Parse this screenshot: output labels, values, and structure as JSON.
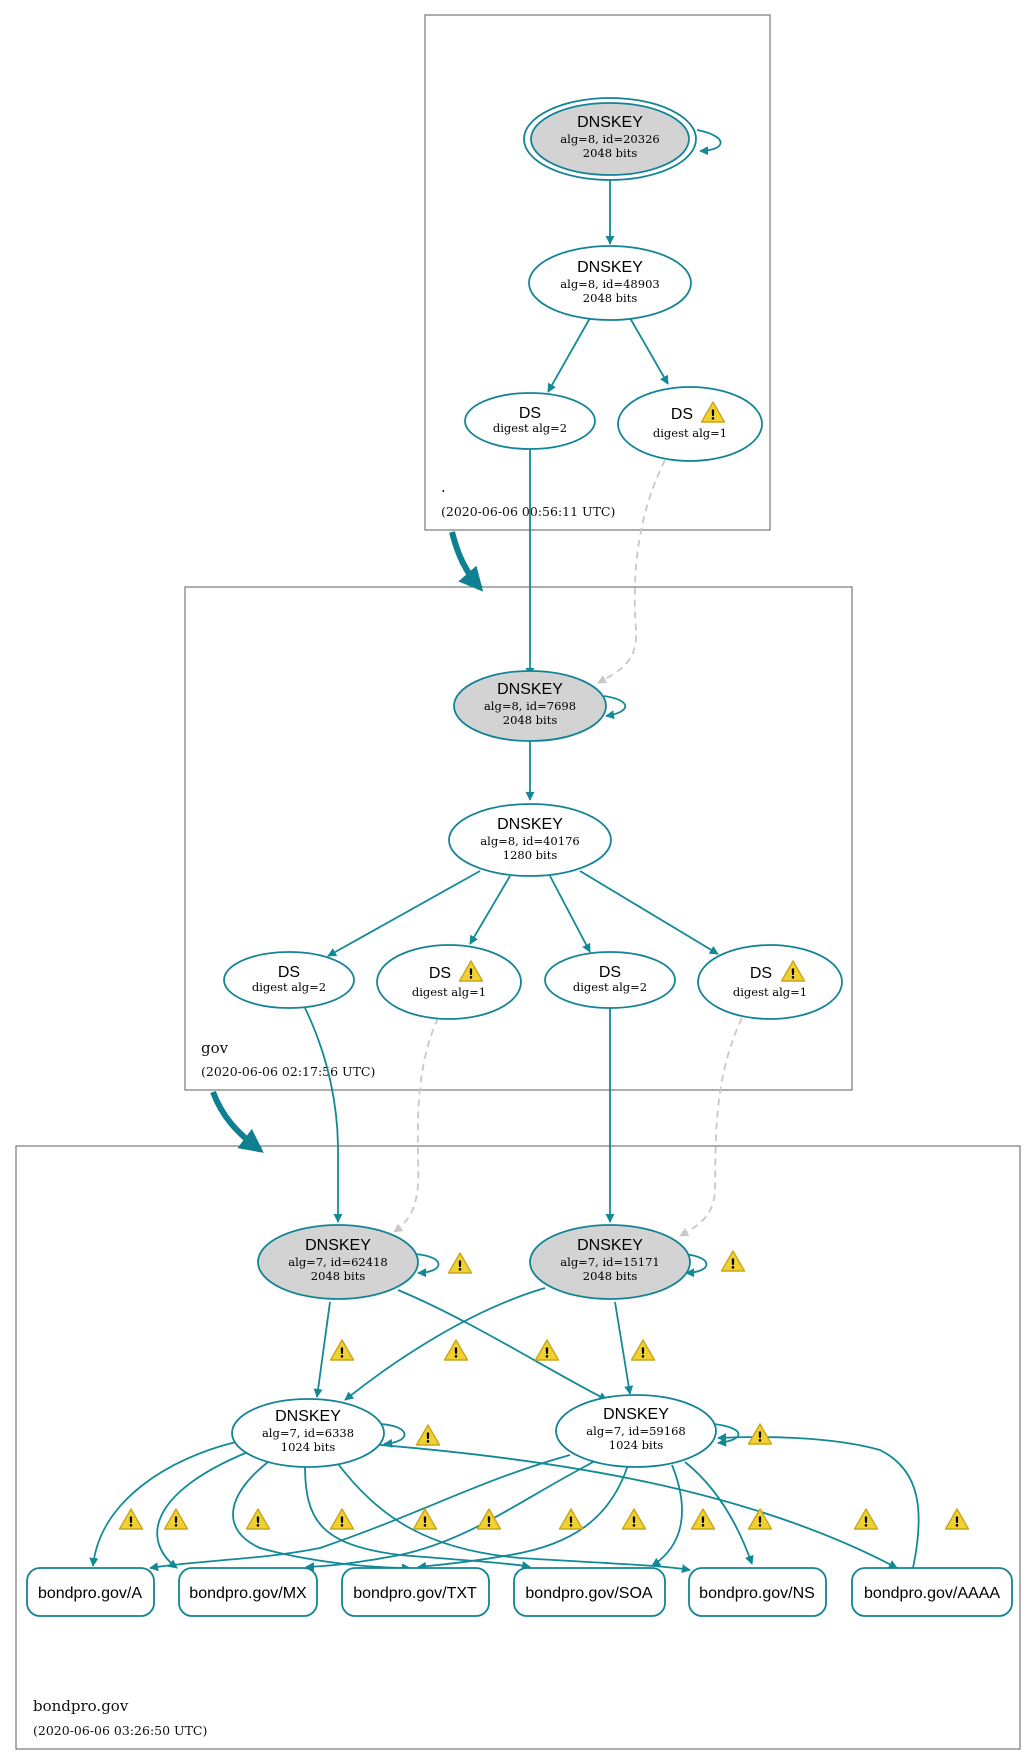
{
  "colors": {
    "edge": "#128a96",
    "ksk_fill": "#d3d3d3",
    "node_fill": "#ffffff",
    "dashed_edge": "#c8c8c8",
    "warning_fill": "#f1d032",
    "warning_stroke": "#c9a61a",
    "zone_border": "#6b6b6b"
  },
  "zones": [
    {
      "id": "root",
      "name": ".",
      "timestamp": "(2020-06-06 00:56:11 UTC)"
    },
    {
      "id": "gov",
      "name": "gov",
      "timestamp": "(2020-06-06 02:17:56 UTC)"
    },
    {
      "id": "bondpro",
      "name": "bondpro.gov",
      "timestamp": "(2020-06-06 03:26:50 UTC)"
    }
  ],
  "nodes": {
    "root_ksk": {
      "title": "DNSKEY",
      "line1": "alg=8, id=20326",
      "line2": "2048 bits"
    },
    "root_zsk": {
      "title": "DNSKEY",
      "line1": "alg=8, id=48903",
      "line2": "2048 bits"
    },
    "root_ds2": {
      "title": "DS",
      "line1": "digest alg=2"
    },
    "root_ds1": {
      "title": "DS",
      "line1": "digest alg=1"
    },
    "gov_ksk": {
      "title": "DNSKEY",
      "line1": "alg=8, id=7698",
      "line2": "2048 bits"
    },
    "gov_zsk": {
      "title": "DNSKEY",
      "line1": "alg=8, id=40176",
      "line2": "1280 bits"
    },
    "gov_ds_a": {
      "title": "DS",
      "line1": "digest alg=2"
    },
    "gov_ds_b": {
      "title": "DS",
      "line1": "digest alg=1"
    },
    "gov_ds_c": {
      "title": "DS",
      "line1": "digest alg=2"
    },
    "gov_ds_d": {
      "title": "DS",
      "line1": "digest alg=1"
    },
    "bp_ksk1": {
      "title": "DNSKEY",
      "line1": "alg=7, id=62418",
      "line2": "2048 bits"
    },
    "bp_ksk2": {
      "title": "DNSKEY",
      "line1": "alg=7, id=15171",
      "line2": "2048 bits"
    },
    "bp_zsk1": {
      "title": "DNSKEY",
      "line1": "alg=7, id=6338",
      "line2": "1024 bits"
    },
    "bp_zsk2": {
      "title": "DNSKEY",
      "line1": "alg=7, id=59168",
      "line2": "1024 bits"
    }
  },
  "rrsets": {
    "a": "bondpro.gov/A",
    "mx": "bondpro.gov/MX",
    "txt": "bondpro.gov/TXT",
    "soa": "bondpro.gov/SOA",
    "ns": "bondpro.gov/NS",
    "aaaa": "bondpro.gov/AAAA"
  },
  "warning_glyph": "!"
}
